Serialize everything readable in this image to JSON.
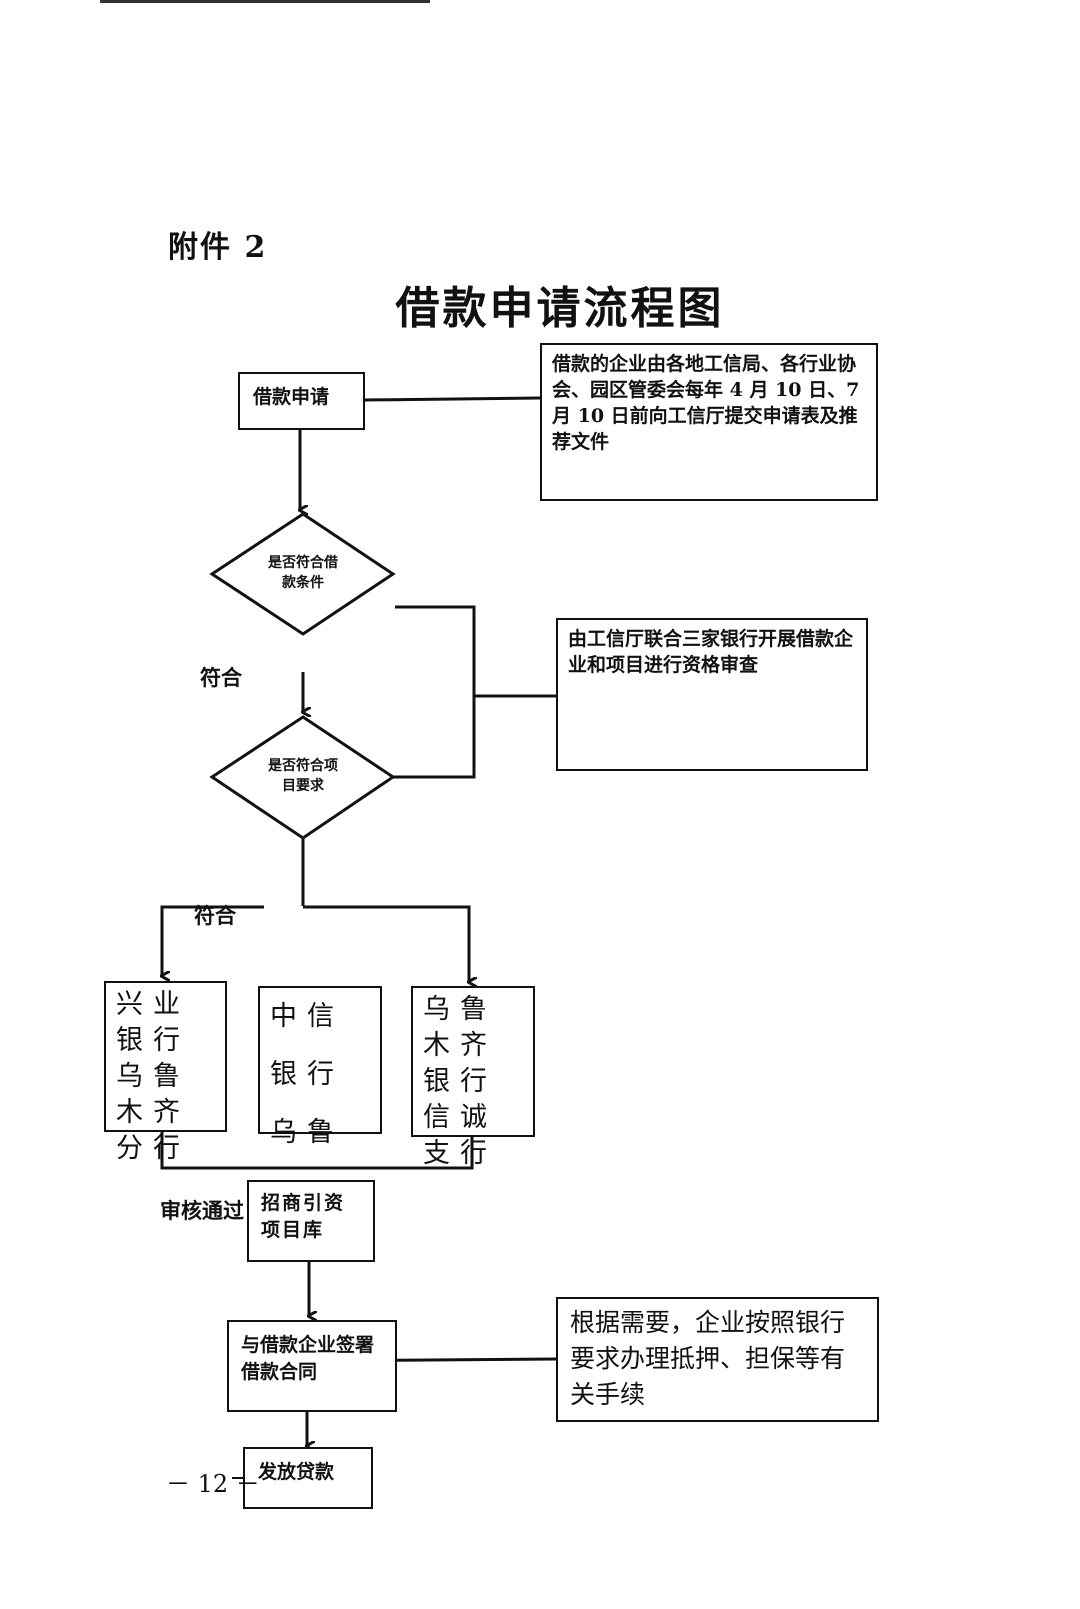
{
  "annex_label": "附件 2",
  "title": "借款申请流程图",
  "nodes": {
    "apply": "借款申请",
    "decision_loan": "是否符合借款条件",
    "decision_project": "是否符合项目要求",
    "bank_xingye": "兴业银行乌鲁木齐分行",
    "bank_zhongxin": "中信银行乌鲁",
    "bank_urumqi": "乌鲁木齐银行信诚支行",
    "project_pool": "招商引资项目库",
    "sign_contract": "与借款企业签署借款合同",
    "release_loan": "发放贷款"
  },
  "notes": {
    "apply_note": "借款的企业由各地工信局、各行业协会、园区管委会每年 4 月 10 日、7 月 10 日前向工信厅提交申请表及推荐文件",
    "review_note": "由工信厅联合三家银行开展借款企业和项目进行资格审查",
    "contract_note": "根据需要，企业按照银行要求办理抵押、担保等有关手续"
  },
  "labels": {
    "pass_1": "符合",
    "pass_2": "符合",
    "approved": "审核通过"
  },
  "page_number": "－ 12 －"
}
